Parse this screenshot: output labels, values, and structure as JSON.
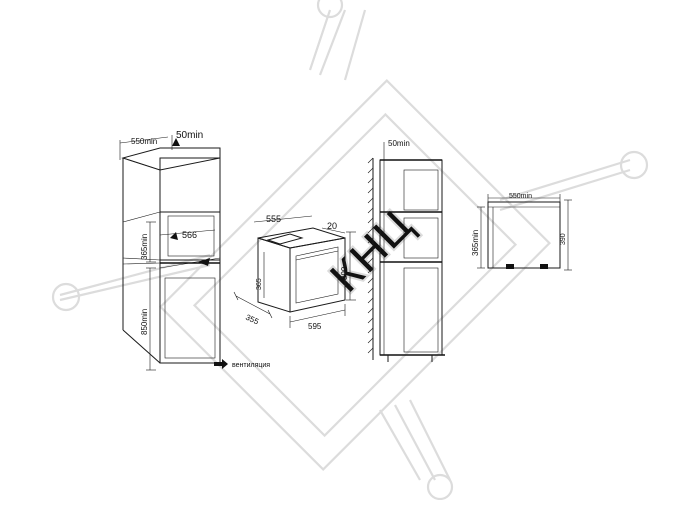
{
  "colors": {
    "line": "#1a1a1a",
    "watermark": "#dcdcdc",
    "background": "#ffffff"
  },
  "watermark": {
    "text": "КНЦ"
  },
  "legend": {
    "icon": "arrow-right-icon",
    "label": "вентиляция"
  },
  "cabinet_tall": {
    "depth": "550min",
    "top_gap": "50min",
    "niche_depth": "566",
    "niche_height": "365min",
    "lower_height": "850min"
  },
  "microwave": {
    "width": "595",
    "depth": "555",
    "side_depth": "355",
    "front_height": "365",
    "total_height": "390",
    "top_offset": "20"
  },
  "wall_section": {
    "top_gap": "50min"
  },
  "side_niche": {
    "depth": "550min",
    "height": "365min",
    "total_height": "390"
  }
}
